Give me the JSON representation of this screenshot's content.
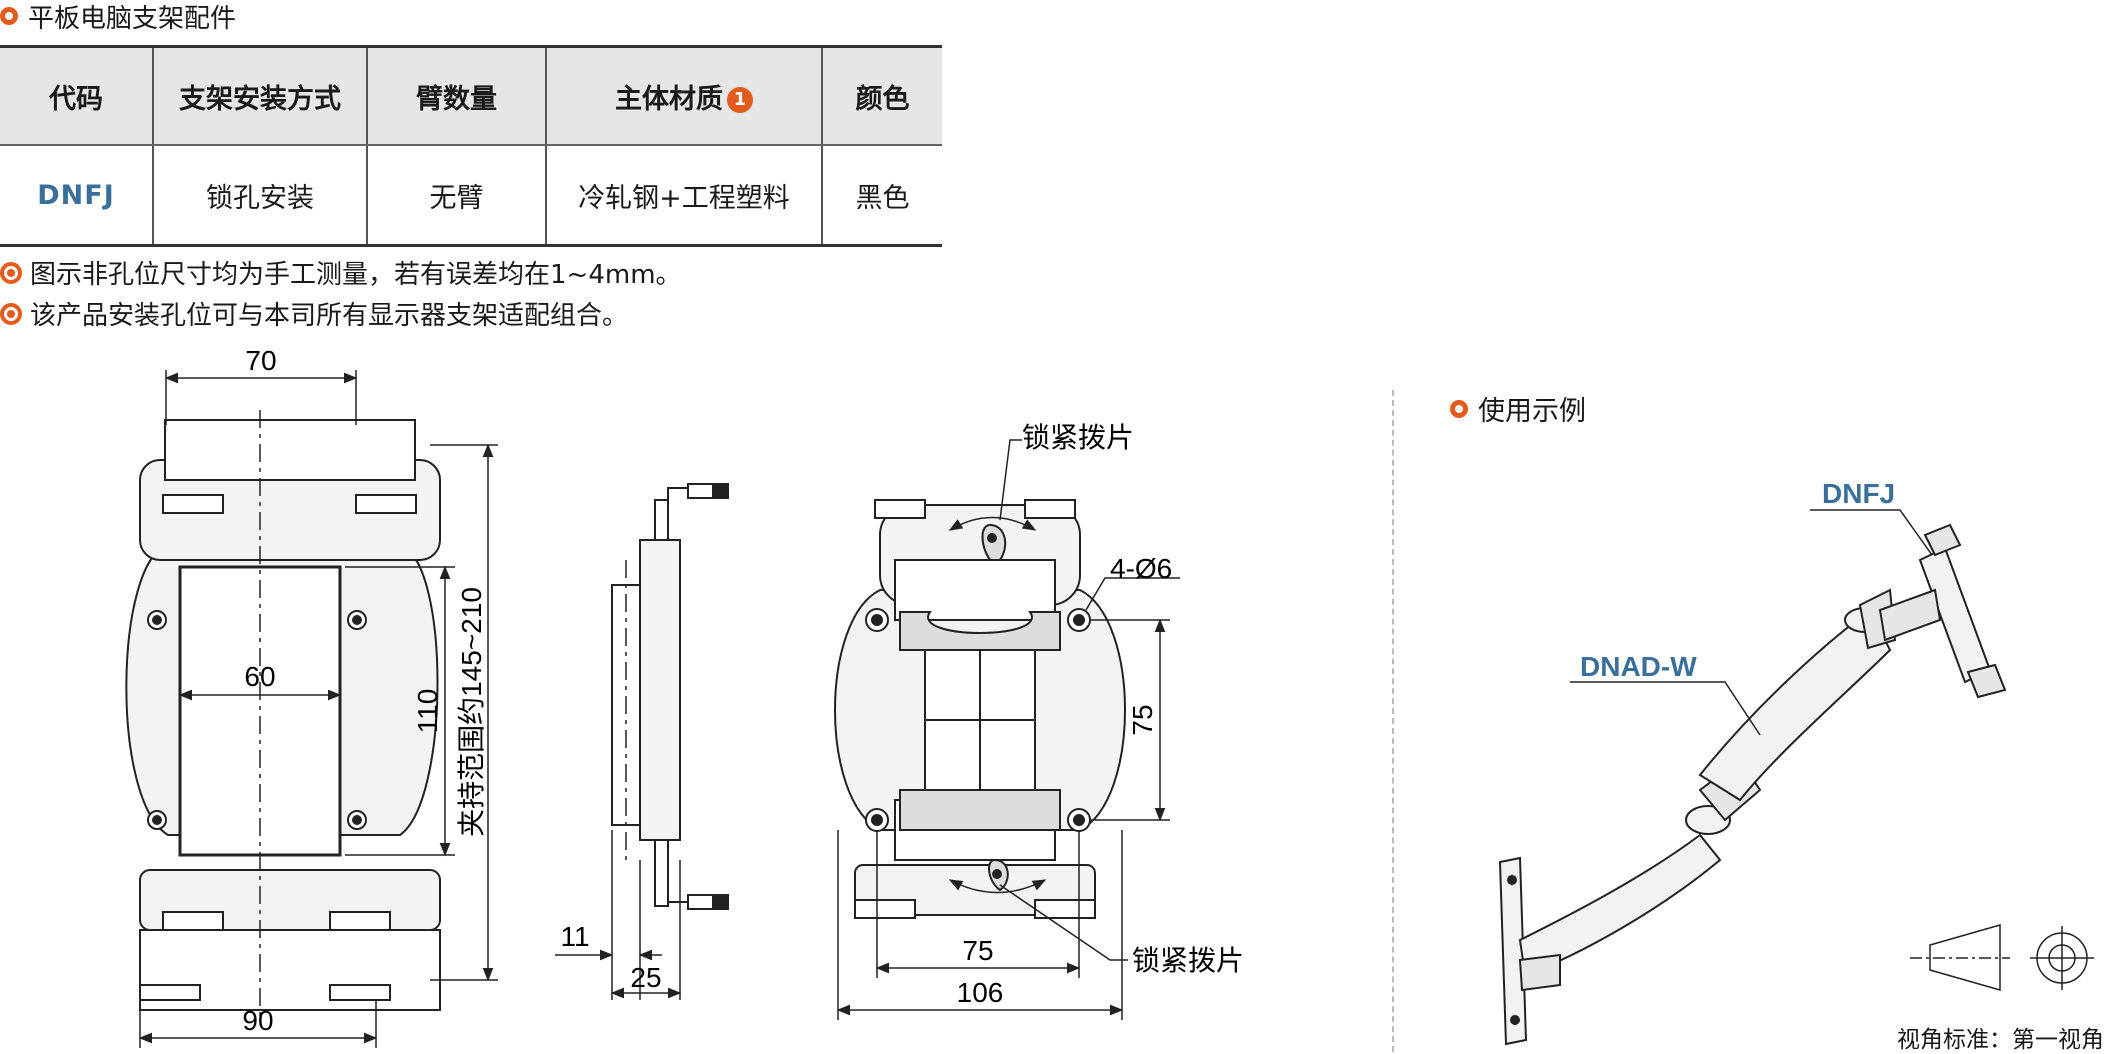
{
  "header": {
    "title": "平板电脑支架配件"
  },
  "table": {
    "headers": [
      "代码",
      "支架安装方式",
      "臂数量",
      "主体材质",
      "颜色"
    ],
    "header_badge": "1",
    "rows": [
      [
        "DNFJ",
        "锁孔安装",
        "无臂",
        "冷轧钢+工程塑料",
        "黑色"
      ]
    ]
  },
  "notes": [
    "图示非孔位尺寸均为手工测量，若有误差均在1~4mm。",
    "该产品安装孔位可与本司所有显示器支架适配组合。"
  ],
  "drawing_front": {
    "dim_top": "70",
    "dim_inner": "60",
    "dim_height": "110",
    "dim_range": "夹持范围约145~210",
    "dim_bottom": "90"
  },
  "drawing_side": {
    "dim_11": "11",
    "dim_25": "25"
  },
  "drawing_back": {
    "label_lock_top": "锁紧拨片",
    "label_holes": "4-Ø6",
    "dim_75v": "75",
    "dim_75h": "75",
    "dim_106": "106",
    "label_lock_bottom": "锁紧拨片"
  },
  "usage": {
    "title": "使用示例",
    "label_dnfj": "DNFJ",
    "label_arm": "DNAD-W"
  },
  "projection": {
    "caption": "视角标准：第一视角"
  },
  "colors": {
    "accent": "#e35c1e",
    "code": "#3a6f99"
  }
}
